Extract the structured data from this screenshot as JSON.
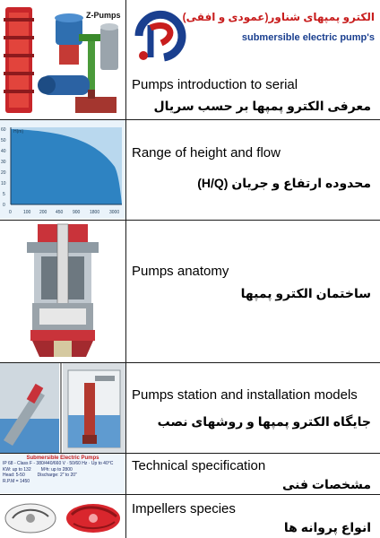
{
  "header": {
    "brand_fa": "الکترو پمپهای شناور(عمودی و افقی)",
    "brand_en": "submersible electric pump's",
    "thumb_label": "Z-Pumps"
  },
  "sections": [
    {
      "en": "Pumps introduction to serial",
      "fa": "معرفی الکترو پمپها بر حسب سریال"
    },
    {
      "en": "Range of height and flow",
      "fa": "محدوده ارتفاع و جریان (H/Q)"
    },
    {
      "en": "Pumps anatomy",
      "fa": "ساختمان الکترو پمپها"
    },
    {
      "en": "Pumps station and installation models",
      "fa": "جایگاه الکترو پمپها و روشهای نصب"
    },
    {
      "en": "Technical specification",
      "fa": "مشخصات فنی"
    },
    {
      "en": "Impellers species",
      "fa": "انواع پروانه ها"
    }
  ],
  "range_chart": {
    "y_label": "H(m)",
    "y_ticks": [
      "60",
      "50",
      "40",
      "30",
      "20",
      "10",
      "5",
      "0"
    ],
    "x_ticks": [
      "0",
      "100",
      "200",
      "450",
      "900",
      "1800",
      "3000"
    ]
  },
  "spec_thumb": {
    "title": "Submersible Electric Pumps",
    "row1": "IP 68 - Class F - 380/440/660 V · 50/60 Hz · Up to 40°C",
    "row2a": "KW: up to 132",
    "row2b": "M³h: up to 2800",
    "row3a": "Head: 5-50",
    "row3b": "Discharge: 2\" to 20\"",
    "row4": "R.P.M = 1450"
  },
  "colors": {
    "brand_red": "#c81d1d",
    "brand_blue": "#1a3f8f",
    "chart_fill": "#2e83c2",
    "chart_bg": "#b9d8ee"
  }
}
